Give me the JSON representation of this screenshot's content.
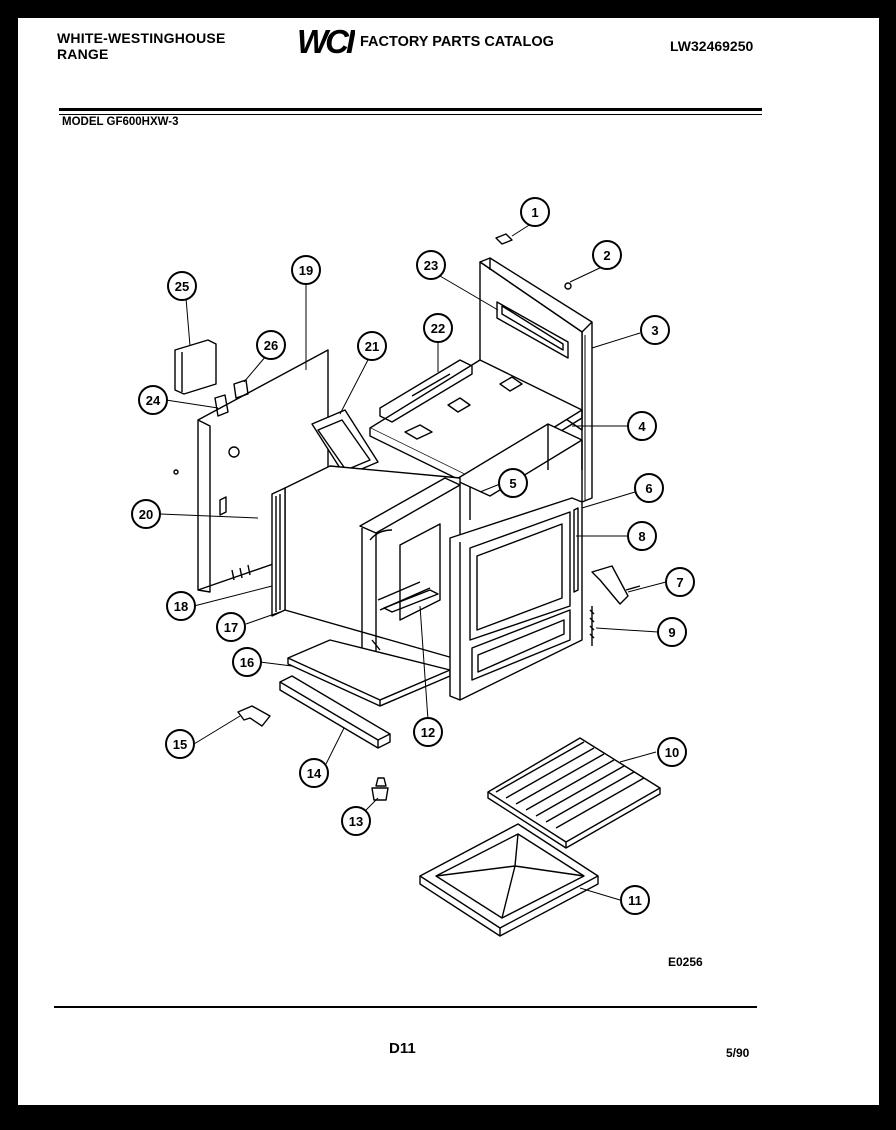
{
  "header": {
    "brand_line1": "WHITE-WESTINGHOUSE",
    "brand_line2": "RANGE",
    "logo_text": "WCI",
    "catalog_title": "FACTORY PARTS CATALOG",
    "catalog_code": "LW32469250",
    "model": "MODEL GF600HXW-3"
  },
  "diagram": {
    "callouts": [
      "1",
      "2",
      "3",
      "4",
      "5",
      "6",
      "7",
      "8",
      "9",
      "10",
      "11",
      "12",
      "13",
      "14",
      "15",
      "16",
      "17",
      "18",
      "19",
      "20",
      "21",
      "22",
      "23",
      "24",
      "25",
      "26"
    ]
  },
  "footer": {
    "diagram_ref": "E0256",
    "page_number": "D11",
    "date": "5/90"
  }
}
